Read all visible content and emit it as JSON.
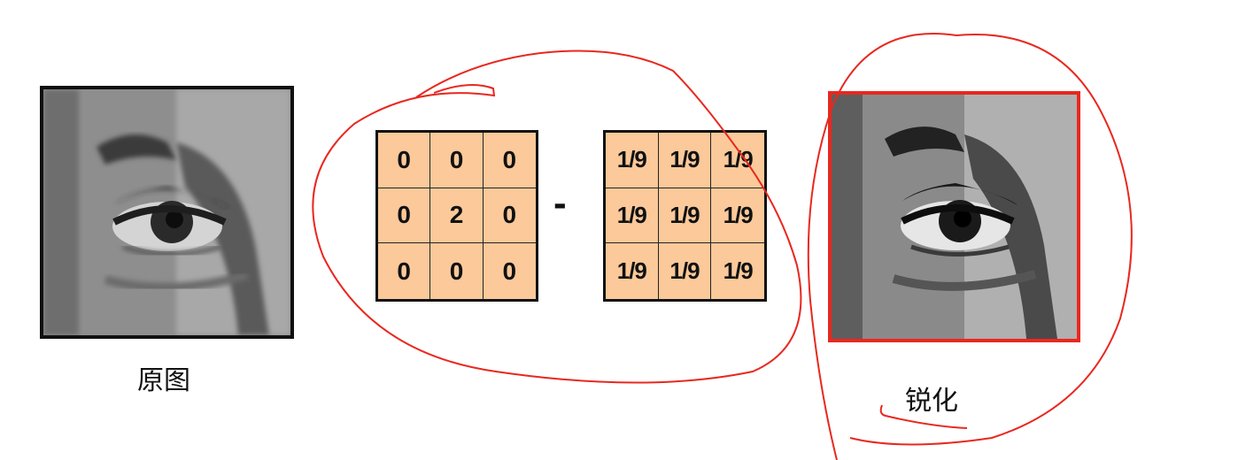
{
  "captions": {
    "original": "原图",
    "sharpened": "锐化"
  },
  "kernel_identity": [
    "0",
    "0",
    "0",
    "0",
    "2",
    "0",
    "0",
    "0",
    "0"
  ],
  "operator": "-",
  "kernel_mean": [
    "1/9",
    "1/9",
    "1/9",
    "1/9",
    "1/9",
    "1/9",
    "1/9",
    "1/9",
    "1/9"
  ],
  "colors": {
    "kernel_fill": "#fbc99a",
    "annotation": "#e8281f",
    "frame_sharp": "#e8281f",
    "frame_original": "#111111"
  },
  "icons": {
    "original_image": "eye-photo-icon",
    "sharpened_image": "eye-photo-sharpened-icon"
  }
}
